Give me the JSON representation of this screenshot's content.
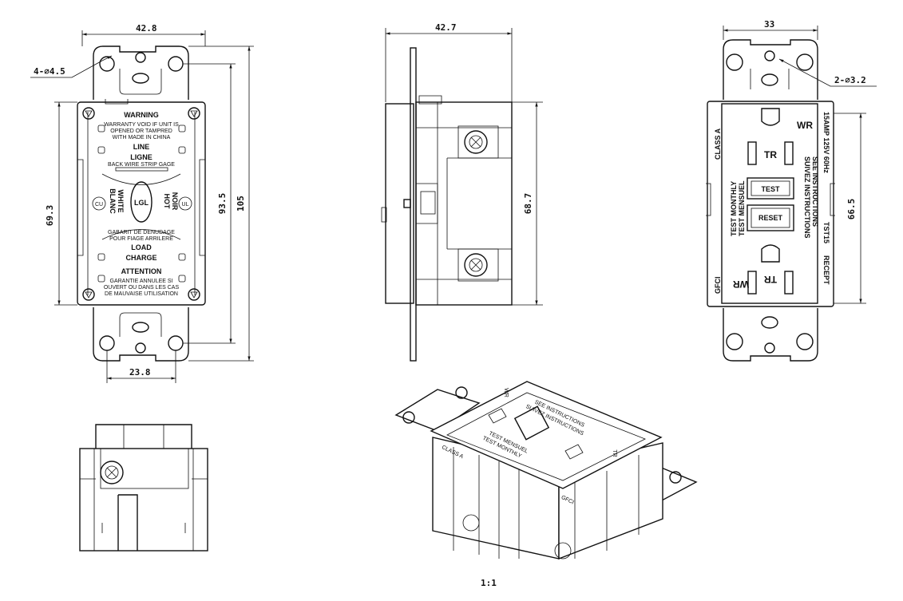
{
  "dimensions": {
    "front_width": "42.8",
    "front_hole": "4-∅4.5",
    "front_body_height": "69.3",
    "front_hole_span": "93.5",
    "front_total_height": "105",
    "front_bottom_span": "23.8",
    "side_depth": "42.7",
    "side_height": "68.7",
    "back_width": "33",
    "back_hole": "2-∅3.2",
    "back_height": "66.5"
  },
  "front_labels": {
    "warning": "WARNING",
    "warranty_1": "WARRANTY VOID IF UNIT IS",
    "warranty_2": "OPENED OR TAMPRED",
    "warranty_3": "WITH MADE IN CHINA",
    "line": "LINE",
    "ligne": "LIGNE",
    "strip_gage": "BACK WIRE STRIP GAGE",
    "white": "WHITE",
    "blanc": "BLANC",
    "hot": "HOT",
    "noir": "NOIR",
    "brand": "LGL",
    "gabarit_1": "GABARIT DE DENUDAGE",
    "gabarit_2": "POUR FIAGE ARRILERE",
    "load": "LOAD",
    "charge": "CHARGE",
    "attention": "ATTENTION",
    "garantie_1": "GARANTIE ANNULEE SI",
    "garantie_2": "OUVERT OU DANS LES CAS",
    "garantie_3": "DE MAUVAISE UTILISATION",
    "cul": "CU",
    "ul": "UL"
  },
  "back_labels": {
    "class_a": "CLASS A",
    "wr": "WR",
    "tr": "TR",
    "rating": "15AMP 125V 60Hz",
    "see_1": "SEE INSTRUCTIONS",
    "see_2": "SUIVEZ INSTRUCTIONS",
    "test": "TEST",
    "reset": "RESET",
    "test_monthly": "TEST MONTHLY",
    "test_mensuel": "TEST MENSUEL",
    "tst": "TST15",
    "gfci": "GFCI",
    "recept": "RECEPT"
  },
  "iso_labels": {
    "see_1": "SEE INSTRUCTIONS",
    "see_2": "SUIVEZ INSTRUCTIONS",
    "test_monthly": "TEST MONTHLY",
    "test_mensuel": "TEST MENSUEL",
    "class_a": "CLASS A",
    "gfci": "GFCI",
    "wr": "WR",
    "tr": "TR"
  },
  "scale": "1:1"
}
